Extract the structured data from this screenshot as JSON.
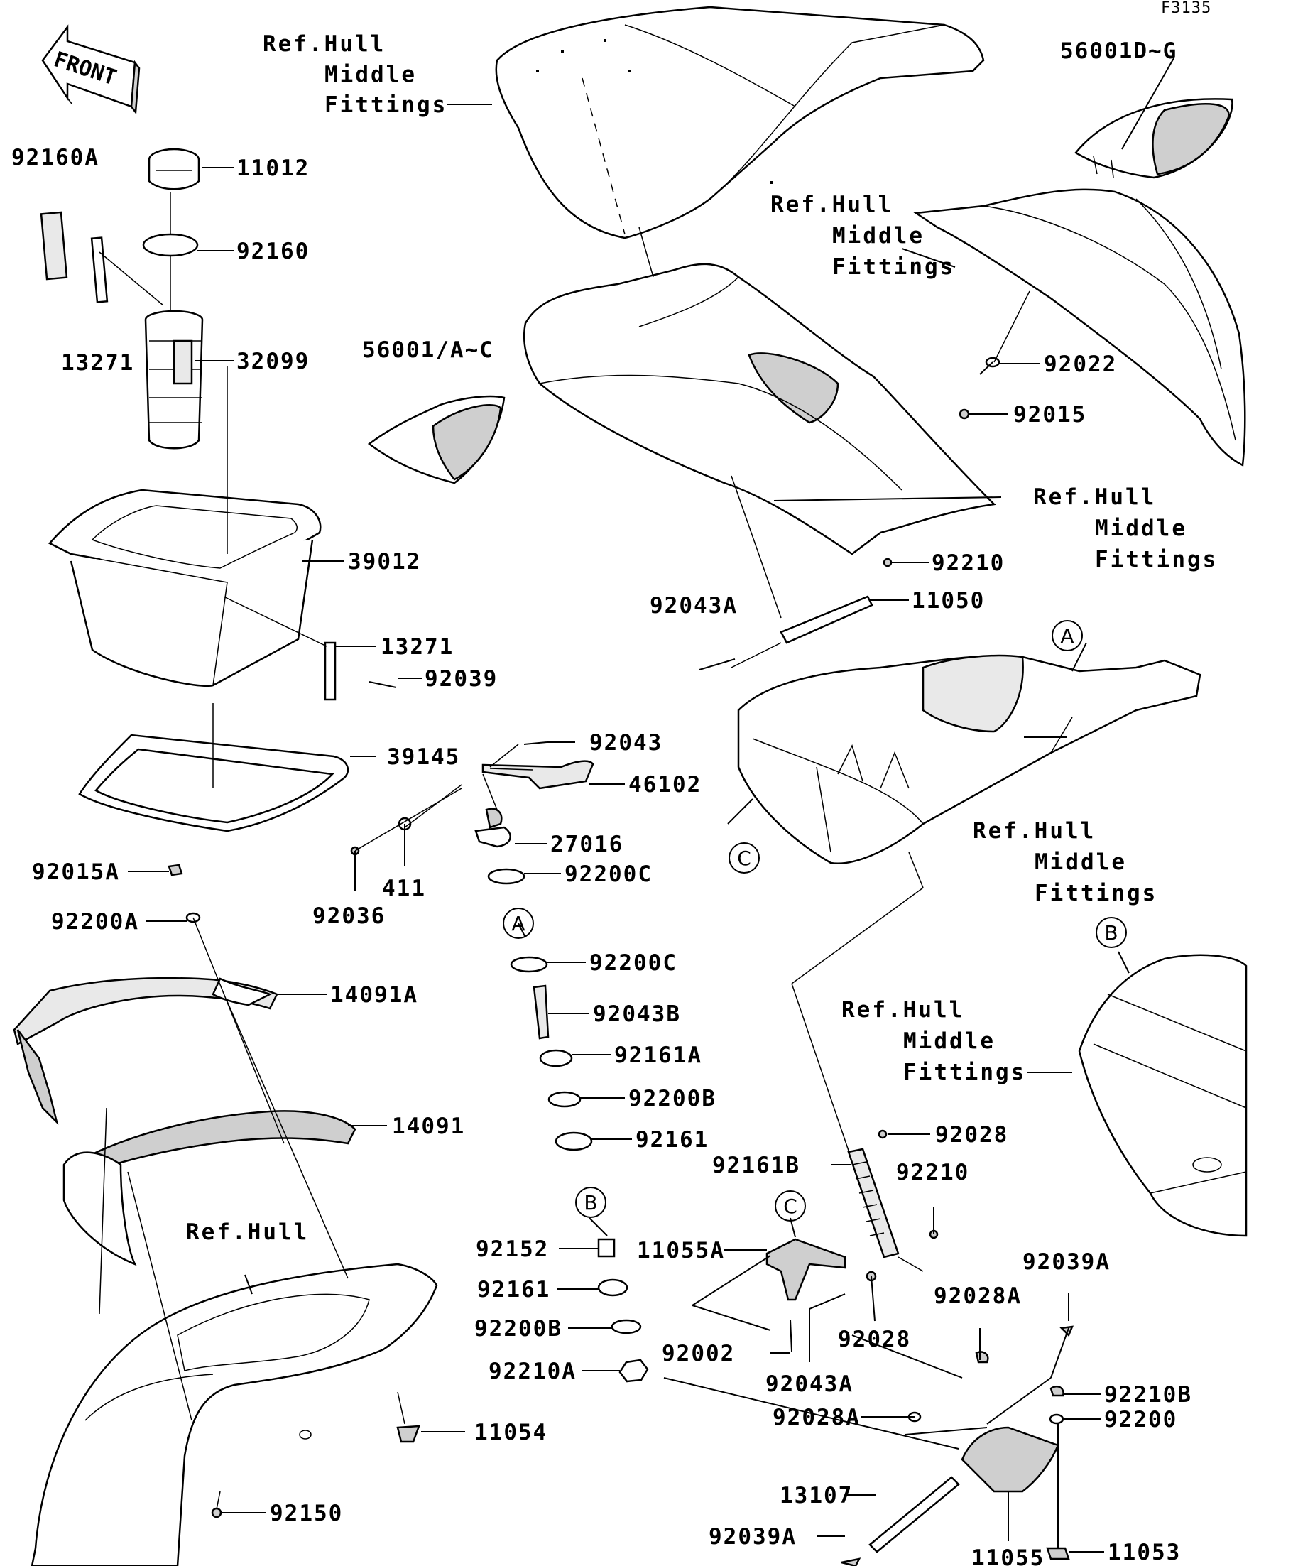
{
  "figure_id": "F3135",
  "front_label": "FRONT",
  "callout_letters": {
    "a": "A",
    "b": "B",
    "c": "C"
  },
  "ref_labels": [
    {
      "id": "ref1",
      "lines": [
        "Ref.Hull",
        "Middle",
        "Fittings"
      ]
    },
    {
      "id": "ref2",
      "lines": [
        "Ref.Hull",
        "Middle",
        "Fittings"
      ]
    },
    {
      "id": "ref3",
      "lines": [
        "Ref.Hull",
        "Middle",
        "Fittings"
      ]
    },
    {
      "id": "ref4",
      "lines": [
        "Ref.Hull",
        "Middle",
        "Fittings"
      ]
    },
    {
      "id": "ref5",
      "lines": [
        "Ref.Hull",
        "Middle",
        "Fittings"
      ]
    },
    {
      "id": "ref6",
      "lines": [
        "Ref.Hull"
      ]
    }
  ],
  "part_labels": [
    "56001D~G",
    "92160A",
    "11012",
    "92160",
    "13271",
    "32099",
    "56001/A~C",
    "92022",
    "92015",
    "39012",
    "92210",
    "11050",
    "92043A",
    "13271",
    "92039",
    "39145",
    "92043",
    "46102",
    "27016",
    "92200C",
    "411",
    "92036",
    "92015A",
    "92200A",
    "92200C",
    "14091A",
    "92043B",
    "92161A",
    "92200B",
    "14091",
    "92161",
    "92028",
    "92161B",
    "92210",
    "92152",
    "11055A",
    "92039A",
    "92161",
    "92028A",
    "92200B",
    "92028",
    "92210A",
    "92002",
    "92210B",
    "92043A",
    "92200",
    "11054",
    "92028A",
    "13107",
    "92150",
    "11053",
    "92039A",
    "11055"
  ]
}
